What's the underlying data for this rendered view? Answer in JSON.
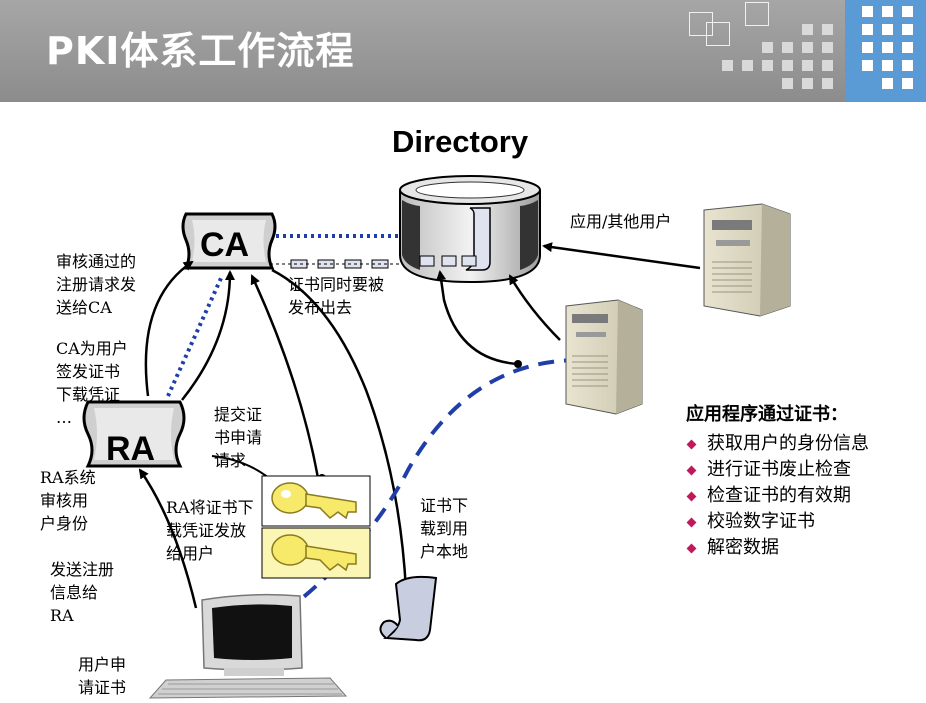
{
  "header": {
    "title": "PKI体系工作流程"
  },
  "diagram": {
    "directory_title": "Directory",
    "ca_label": "CA",
    "ra_label": "RA",
    "labels": {
      "ca_forward": "审核通过的\n注册请求发\n送给CA",
      "ca_issue": "CA为用户\n签发证书\n下载凭证\n…",
      "publish": "证书同时要被\n发布出去",
      "app_user": "应用/其他用户",
      "submit": "提交证\n书申请\n请求",
      "ra_verify": "RA系统\n审核用\n户身份",
      "ra_deliver": "RA将证书下\n载凭证发放\n给用户",
      "download": "证书下\n载到用\n户本地",
      "send_reg": "发送注册\n信息给\nRA",
      "user_apply": "用户申\n请证书"
    },
    "colors": {
      "dotted_link": "#1f3ea8",
      "dashed_flow": "#1f3ea8",
      "bullet": "#c2185b",
      "key_fill": "#f7e96a"
    },
    "icons": [
      "ca-scroll-icon",
      "ra-scroll-icon",
      "directory-cylinder-icon",
      "server-icon",
      "key-icon",
      "computer-icon",
      "certificate-icon"
    ]
  },
  "apps": {
    "heading": "应用程序通过证书：",
    "items": [
      "获取用户的身份信息",
      "进行证书废止检查",
      "检查证书的有效期",
      "校验数字证书",
      "解密数据"
    ]
  }
}
